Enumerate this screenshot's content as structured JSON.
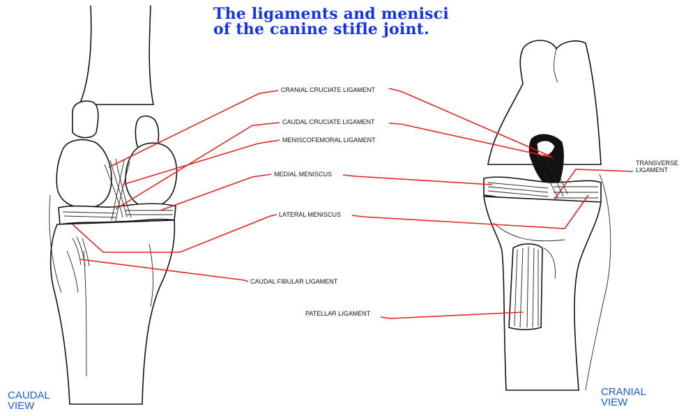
{
  "title": {
    "line1": "The ligaments and menisci",
    "line2": "of the canine stifle joint."
  },
  "labels": {
    "cranial_cruciate": "CRANIAL CRUCIATE LIGAMENT",
    "caudal_cruciate": "CAUDAL CRUCIATE LIGAMENT",
    "meniscofemoral": "MENISCOFEMORAL LIGAMENT",
    "medial_meniscus": "MEDIAL MENISCUS",
    "lateral_meniscus": "LATERAL MENISCUS",
    "caudal_fibular": "CAUDAL FIBULAR LIGAMENT",
    "patellar": "PATELLAR LIGAMENT",
    "transverse_line1": "TRANSVERSE",
    "transverse_line2": "LIGAMENT"
  },
  "views": {
    "caudal_line1": "CAUDAL",
    "caudal_line2": "VIEW",
    "cranial_line1": "CRANIAL",
    "cranial_line2": "VIEW"
  },
  "colors": {
    "title": "#1433e6",
    "leader_lines": "#e32222",
    "view_labels": "#1c5bd8",
    "ink": "#111111"
  }
}
